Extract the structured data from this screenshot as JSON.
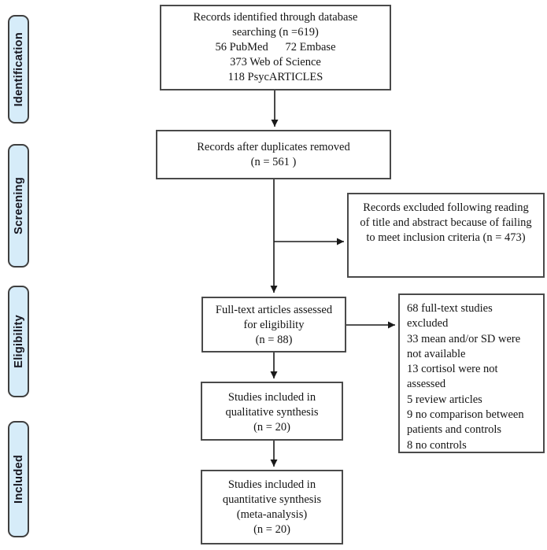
{
  "diagram_type": "prisma-flowchart",
  "stages": [
    {
      "label": "Identification"
    },
    {
      "label": "Screening"
    },
    {
      "label": "Eligibility"
    },
    {
      "label": "Included"
    }
  ],
  "boxes": {
    "identified": "Records identified through database\nsearching (n =619)\n56 PubMed      72 Embase\n373 Web of Science\n118 PsycARTICLES",
    "duplicates_removed": "Records after duplicates removed\n(n = 561 )",
    "excluded_title_abstract": "Records excluded following reading\nof title and abstract because of failing\nto meet inclusion criteria (n = 473)",
    "fulltext_assessed": "Full-text articles assessed\nfor eligibility\n(n = 88)",
    "fulltext_excluded": "68 full-text studies\nexcluded\n33 mean and/or SD were\nnot available\n13 cortisol were not\nassessed\n5 review articles\n9 no comparison between\npatients and controls\n8 no controls",
    "qualitative_synthesis": "Studies included in\nqualitative synthesis\n(n = 20)",
    "quantitative_synthesis": "Studies included in\nquantitative synthesis\n(meta-analysis)\n(n = 20)"
  },
  "counts": {
    "identified": 619,
    "pubmed": 56,
    "embase": 72,
    "web_of_science": 373,
    "psycarticles": 118,
    "after_duplicates": 561,
    "excluded_title_abstract": 473,
    "fulltext_assessed": 88,
    "fulltext_excluded": 68,
    "no_mean_sd": 33,
    "cortisol_not_assessed": 13,
    "review_articles": 5,
    "no_comparison": 9,
    "no_controls": 8,
    "qualitative": 20,
    "quantitative": 20
  },
  "colors": {
    "stage_fill": "#d6ecf9",
    "stage_border": "#3f3f3f",
    "box_border": "#4a4a4a",
    "arrow": "#1a1a1a",
    "text": "#141414"
  }
}
